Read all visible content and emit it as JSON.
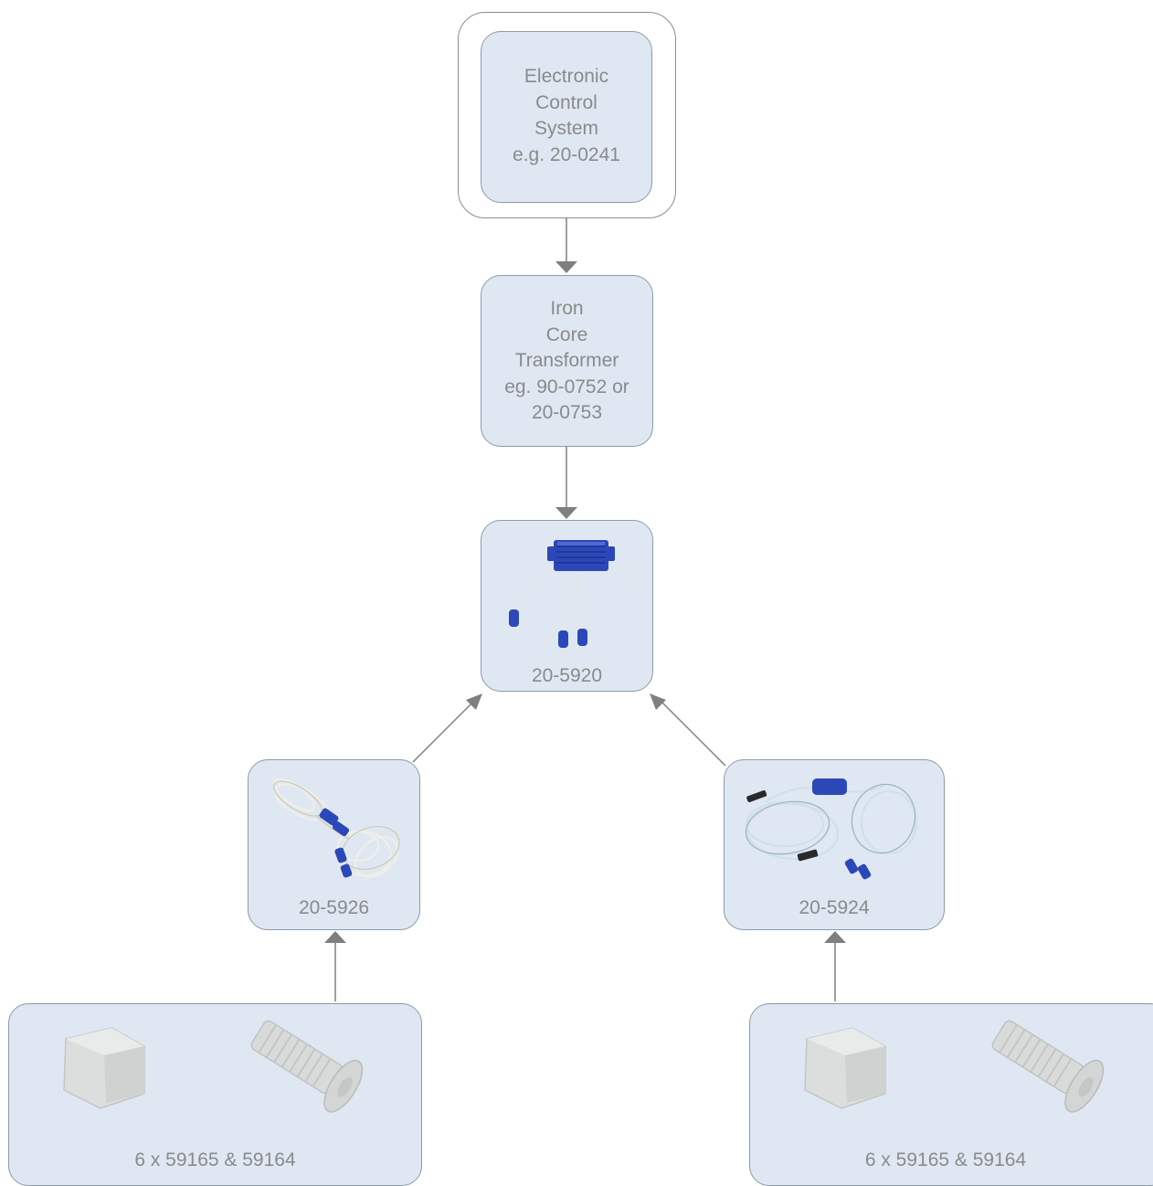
{
  "nodes": {
    "control_system": {
      "lines": [
        "Electronic",
        "Control",
        "System",
        "e.g. 20-0241"
      ]
    },
    "transformer": {
      "lines": [
        "Iron",
        "Core",
        "Transformer",
        "eg. 90-0752 or",
        "20-0753"
      ]
    },
    "driver": {
      "label": "20-5920"
    },
    "cable_left": {
      "label": "20-5926"
    },
    "cable_right": {
      "label": "20-5924"
    },
    "fixings_left": {
      "label": "6 x 59165 & 59164"
    },
    "fixings_right": {
      "label": "6 x 59165 & 59164"
    }
  },
  "colors": {
    "box_fill": "#dfe8f2",
    "box_border": "#8d9aa6",
    "arrow": "#7f7f7f",
    "text": "#8a8a8a",
    "product_blue": "#2c48b8"
  },
  "icons": [
    "driver-unit-icon",
    "cable-coil-icon",
    "cable-harness-icon",
    "hex-nut-icon",
    "screw-bolt-icon"
  ]
}
